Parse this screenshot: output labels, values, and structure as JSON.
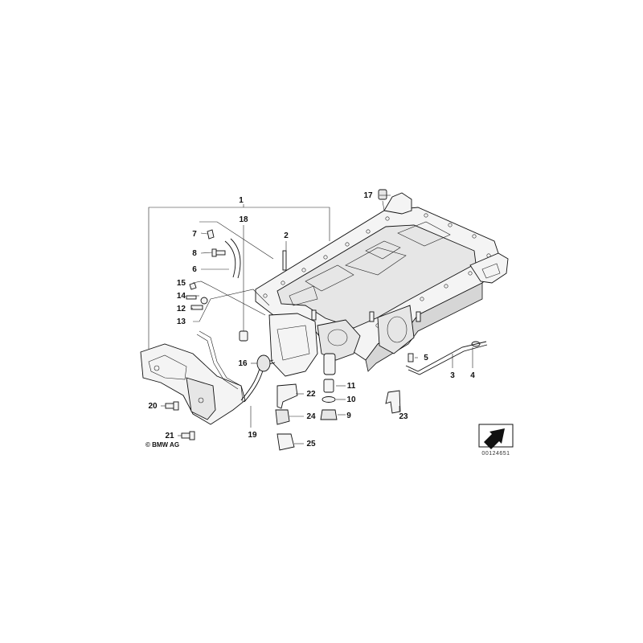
{
  "callouts": {
    "c1": "1",
    "c18": "18",
    "c2": "2",
    "c17": "17",
    "c7": "7",
    "c8": "8",
    "c6": "6",
    "c15": "15",
    "c14": "14",
    "c12": "12",
    "c13": "13",
    "c16": "16",
    "c5": "5",
    "c3": "3",
    "c4": "4",
    "c11": "11",
    "c22": "22",
    "c10": "10",
    "c9": "9",
    "c24": "24",
    "c23": "23",
    "c20": "20",
    "c19": "19",
    "c21": "21",
    "c25": "25"
  },
  "copyright": "© BMW AG",
  "reference_number": "00124651",
  "icons": {
    "arrow_badge": "direction-arrow-icon"
  }
}
